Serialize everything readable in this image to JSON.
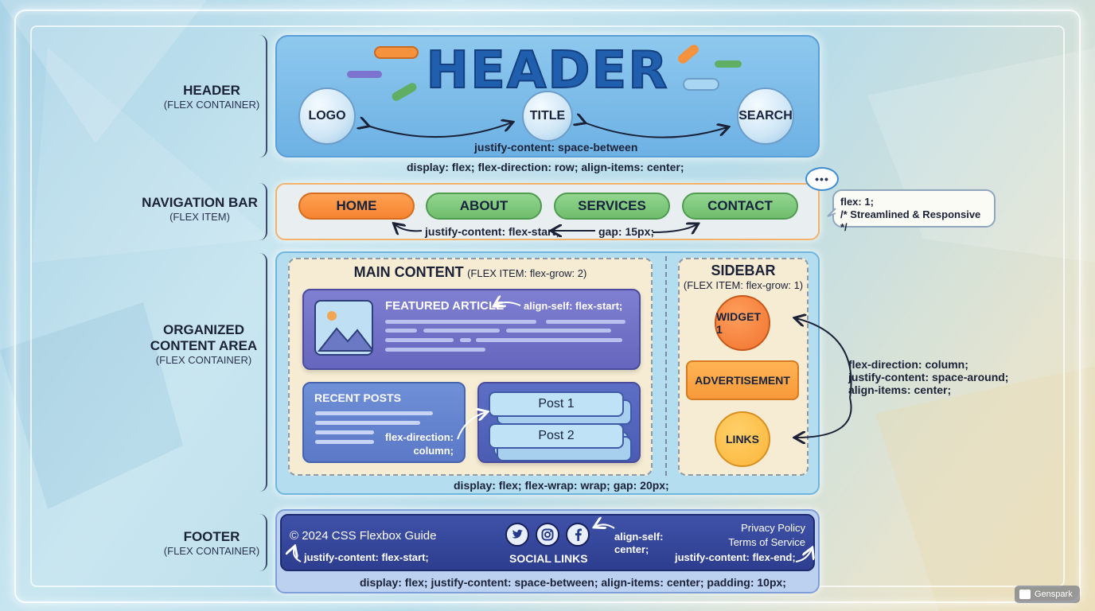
{
  "labels": {
    "header": {
      "title": "HEADER",
      "sub": "(FLEX CONTAINER)"
    },
    "nav": {
      "title": "NAVIGATION BAR",
      "sub": "(FLEX ITEM)"
    },
    "content": {
      "title_line1": "ORGANIZED",
      "title_line2": "CONTENT AREA",
      "sub": "(FLEX CONTAINER)"
    },
    "footer": {
      "title": "FOOTER",
      "sub": "(FLEX CONTAINER)"
    }
  },
  "header": {
    "big_title": "HEADER",
    "logo": "LOGO",
    "title": "TITLE",
    "search": "SEARCH",
    "justify": "justify-content: space-between",
    "display": "display: flex; flex-direction: row; align-items: center;"
  },
  "nav": {
    "items": [
      "HOME",
      "ABOUT",
      "SERVICES",
      "CONTACT"
    ],
    "justify": "justify-content: flex-start;",
    "gap": "gap: 15px;",
    "note_line1": "flex: 1;",
    "note_line2": "/* Streamlined & Responsive */",
    "dots": "•••"
  },
  "main": {
    "title": "MAIN CONTENT",
    "title_sub": "(FLEX ITEM: flex-grow: 2)",
    "featured": "FEATURED ARTICLE",
    "featured_note": "align-self: flex-start;",
    "recent": "RECENT POSTS",
    "recent_note_line1": "flex-direction:",
    "recent_note_line2": "column;",
    "posts": [
      "Post 1",
      "Post 2"
    ],
    "display": "display: flex; flex-wrap: wrap; gap: 20px;"
  },
  "sidebar": {
    "title": "SIDEBAR",
    "title_sub": "(FLEX ITEM: flex-grow: 1)",
    "widget": "WIDGET 1",
    "ad": "ADVERTISEMENT",
    "links": "LINKS",
    "note_line1": "flex-direction: column;",
    "note_line2": "justify-content: space-around;",
    "note_line3": "align-items: center;"
  },
  "footer": {
    "copyright": "© 2024 CSS Flexbox Guide",
    "start_note": "justify-content: flex-start;",
    "social_label": "SOCIAL LINKS",
    "social_icons": [
      "twitter-icon",
      "instagram-icon",
      "facebook-icon"
    ],
    "align_note_line1": "align-self:",
    "align_note_line2": "center;",
    "privacy": "Privacy Policy",
    "terms": "Terms of Service",
    "end_note": "justify-content: flex-end;",
    "display": "display: flex; justify-content: space-between; align-items: center; padding: 10px;"
  },
  "badge": "Genspark",
  "colors": {
    "header_bg": "#6db1e4",
    "nav_orange": "#f58430",
    "nav_green": "#6fbe6d",
    "main_card": "#6566bd",
    "footer_bg": "#2d3d8f",
    "widget_orange": "#f5843a",
    "ad_orange": "#f7a43c",
    "links_yellow": "#fbbf3c"
  }
}
